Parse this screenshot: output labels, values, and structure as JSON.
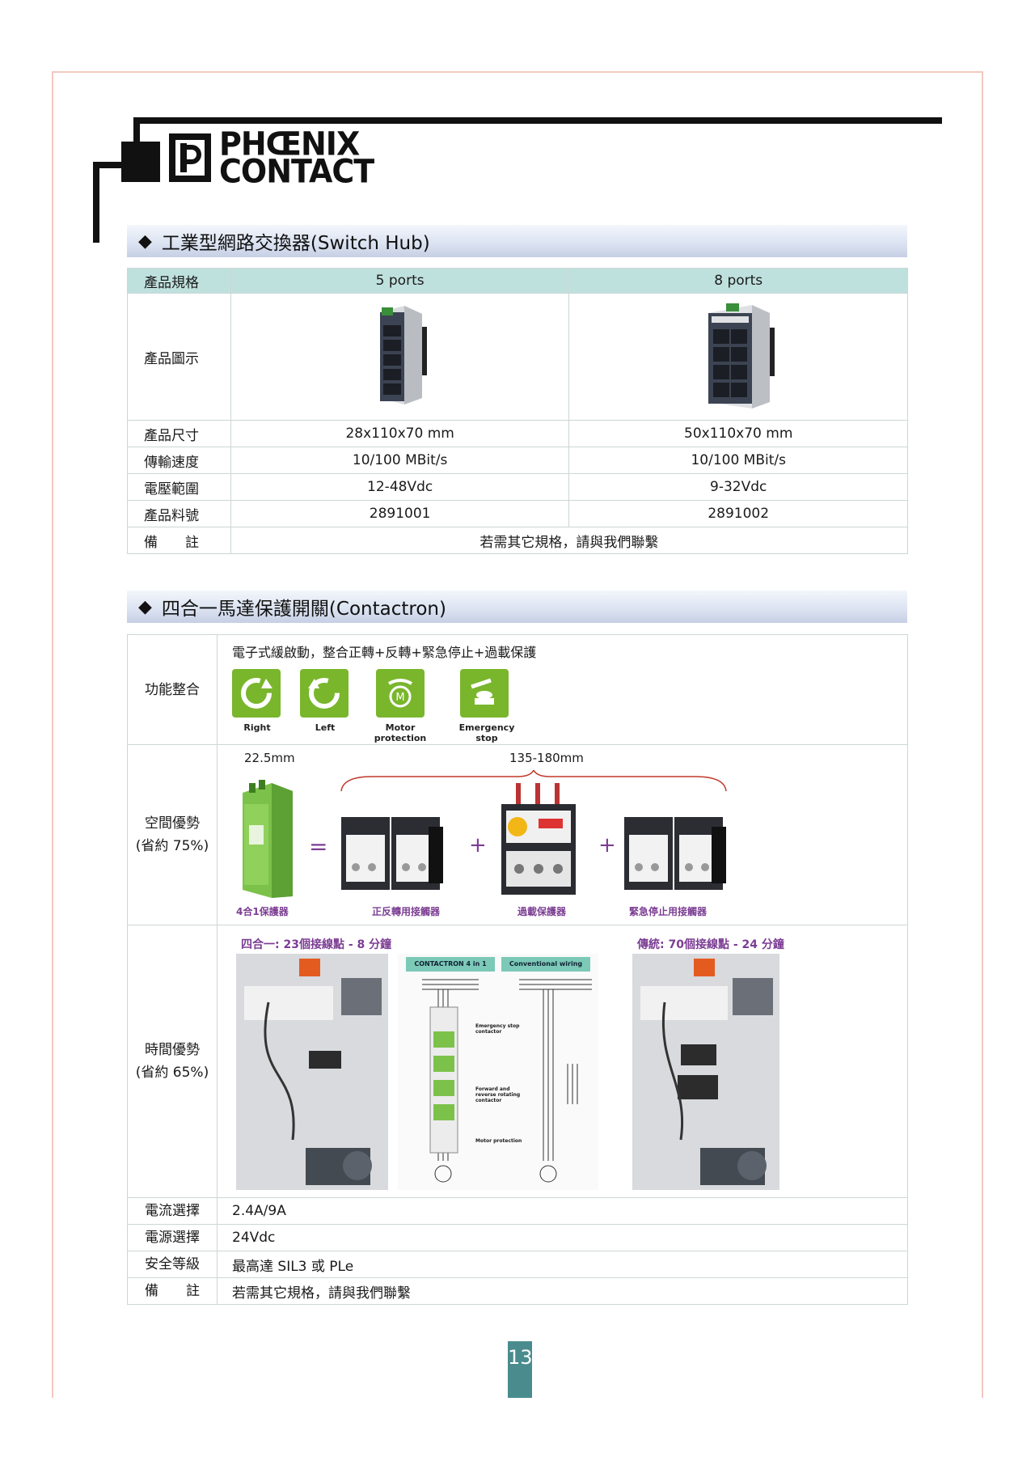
{
  "brand": {
    "line1": "PHŒNIX",
    "line2": "CONTACT"
  },
  "section1": {
    "title": "工業型網路交換器(Switch Hub)",
    "table": {
      "header_label": "產品規格",
      "columns": [
        "5 ports",
        "8 ports"
      ],
      "picture_label": "產品圖示",
      "rows": [
        {
          "label": "產品尺寸",
          "values": [
            "28x110x70 mm",
            "50x110x70 mm"
          ]
        },
        {
          "label": "傳輸速度",
          "values": [
            "10/100 MBit/s",
            "10/100 MBit/s"
          ]
        },
        {
          "label": "電壓範圍",
          "values": [
            "12-48Vdc",
            "9-32Vdc"
          ]
        },
        {
          "label": "產品料號",
          "values": [
            "2891001",
            "2891002"
          ]
        }
      ],
      "note_label": "備　　註",
      "note_value": "若需其它規格，請與我們聯繫"
    }
  },
  "section2": {
    "title": "四合一馬達保護開關(Contactron)",
    "function": {
      "label": "功能整合",
      "desc": "電子式緩啟動，整合正轉+反轉+緊急停止+過載保護",
      "icons": [
        {
          "name": "right-rotation-icon",
          "caption": "Right"
        },
        {
          "name": "left-rotation-icon",
          "caption": "Left"
        },
        {
          "name": "motor-protection-icon",
          "caption": "Motor protection"
        },
        {
          "name": "emergency-stop-icon",
          "caption": "Emergency stop"
        }
      ]
    },
    "space": {
      "label1": "空間優勢",
      "label2": "(省約 75%)",
      "dim_left": "22.5mm",
      "dim_right": "135-180mm",
      "cap_4in1": "4合1保護器",
      "cap_contactor": "正反轉用接觸器",
      "cap_overload": "過載保護器",
      "cap_emergency": "緊急停止用接觸器"
    },
    "time": {
      "label1": "時間優勢",
      "label2": "(省約 65%)",
      "cap_left": "四合一: 23個接線點 - 8 分鐘",
      "cap_right": "傳統: 70個接線點 - 24 分鐘",
      "tag_contactron": "CONTACTRON 4 in 1",
      "tag_conventional": "Conventional wiring",
      "txt_emergency": "Emergency stop contactor",
      "txt_forward": "Forward and reverse rotating contactor",
      "txt_motor": "Motor protection"
    },
    "rows": [
      {
        "label": "電流選擇",
        "value": "2.4A/9A"
      },
      {
        "label": "電源選擇",
        "value": "24Vdc"
      },
      {
        "label": "安全等級",
        "value": "最高達 SIL3 或 PLe"
      },
      {
        "label": "備　　註",
        "value": "若需其它規格，請與我們聯繫"
      }
    ]
  },
  "page_number": "13",
  "colors": {
    "teal_header": "#bfe1de",
    "section_bar": "#c6cfe4",
    "green_icon": "#79b62c",
    "page_tab": "#4a8c8d"
  }
}
